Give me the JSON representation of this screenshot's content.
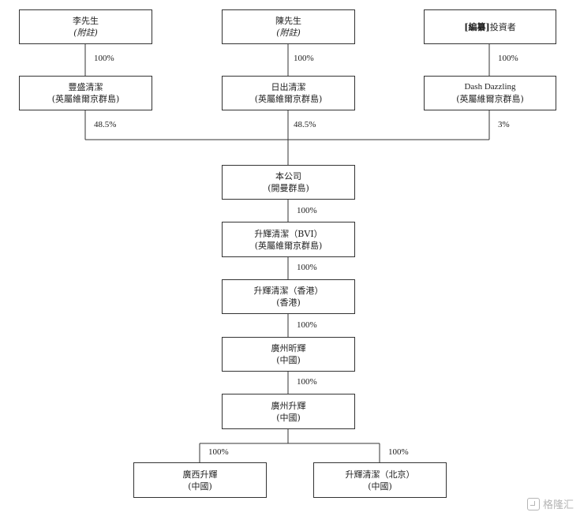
{
  "nodes": {
    "li": {
      "name": "李先生",
      "note": "(附註)"
    },
    "chen": {
      "name": "陳先生",
      "note": "(附註)"
    },
    "investor": {
      "redacted": "[編纂]",
      "name": "投資者"
    },
    "fengsheng": {
      "name": "豐盛清潔",
      "jurisdiction": "(英屬維爾京群島)"
    },
    "richu": {
      "name": "日出清潔",
      "jurisdiction": "(英屬維爾京群島)"
    },
    "dash": {
      "name": "Dash Dazzling",
      "jurisdiction": "(英屬維爾京群島)"
    },
    "company": {
      "name": "本公司",
      "jurisdiction": "(開曼群島)"
    },
    "bvi": {
      "name": "升輝清潔（BVI）",
      "jurisdiction": "(英屬維爾京群島)"
    },
    "hk": {
      "name": "升輝清潔（香港）",
      "jurisdiction": "(香港)"
    },
    "gz_xinhui": {
      "name": "廣州昕輝",
      "jurisdiction": "(中國)"
    },
    "gz_shenghui": {
      "name": "廣州升輝",
      "jurisdiction": "(中國)"
    },
    "gx_shenghui": {
      "name": "廣西升輝",
      "jurisdiction": "(中國)"
    },
    "bj": {
      "name": "升輝清潔（北京）",
      "jurisdiction": "(中國)"
    }
  },
  "edges": {
    "li_to_fengsheng": "100%",
    "chen_to_richu": "100%",
    "investor_to_dash": "100%",
    "fengsheng_to_company": "48.5%",
    "richu_to_company": "48.5%",
    "dash_to_company": "3%",
    "company_to_bvi": "100%",
    "bvi_to_hk": "100%",
    "hk_to_gz_xinhui": "100%",
    "gz_xinhui_to_gz_shenghui": "100%",
    "gz_shenghui_to_gx": "100%",
    "gz_shenghui_to_bj": "100%"
  },
  "watermark": "格隆汇"
}
